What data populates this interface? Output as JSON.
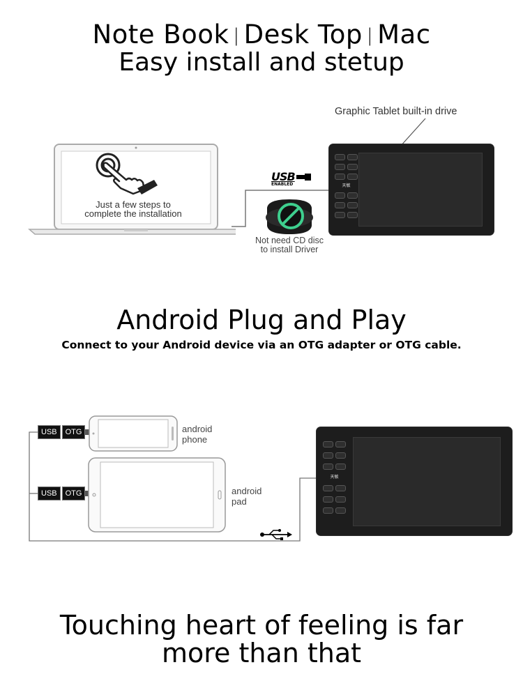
{
  "header": {
    "line1_part1": "Note Book",
    "line1_part2": "Desk Top",
    "line1_part3": "Mac",
    "separator": "|",
    "line2": "Easy install and stetup"
  },
  "install_diagram": {
    "tablet_callout": "Graphic Tablet built-in drive",
    "laptop_text_line1": "Just a few steps to",
    "laptop_text_line2": "complete the installation",
    "usb_logo_text": "USB",
    "usb_enabled_text": "ENABLED",
    "cd_line1": "Not need CD disc",
    "cd_line2": "to install Driver",
    "brand_mark": "天敏"
  },
  "android": {
    "title": "Android Plug and Play",
    "subtitle": "Connect to your Android device via an OTG adapter or OTG cable.",
    "phone_label_line1": "android",
    "phone_label_line2": "phone",
    "pad_label_line1": "android",
    "pad_label_line2": "pad",
    "usb_tag": "USB",
    "otg_tag": "OTG"
  },
  "footer": {
    "line1": "Touching heart of feeling is far",
    "line2": "more than that"
  },
  "colors": {
    "tablet": "#1d1d1d",
    "accent_green": "#3ecf8e",
    "text": "#000000"
  }
}
